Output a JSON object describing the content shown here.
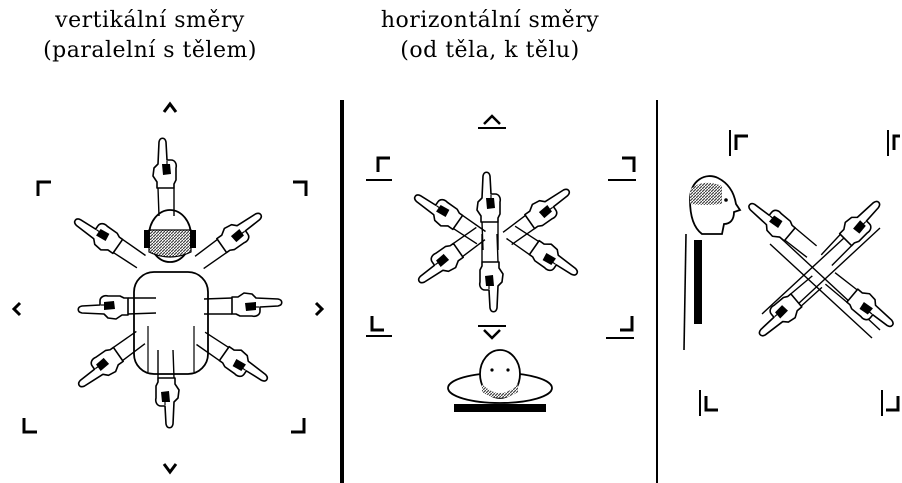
{
  "captions": {
    "left": {
      "line1": "vertikální směry",
      "line2": "(paralelní s tělem)"
    },
    "middle": {
      "line1": "horizontální směry",
      "line2": "(od těla, k tělu)"
    }
  },
  "colors": {
    "ink": "#000000",
    "hatch": "#555555",
    "background": "#ffffff"
  },
  "icons": {
    "pointing_hand": "pointing-hand-icon",
    "head": "head-icon",
    "body": "torso-icon",
    "corner_bracket": "corner-bracket-icon",
    "arrowhead": "arrowhead-icon"
  }
}
